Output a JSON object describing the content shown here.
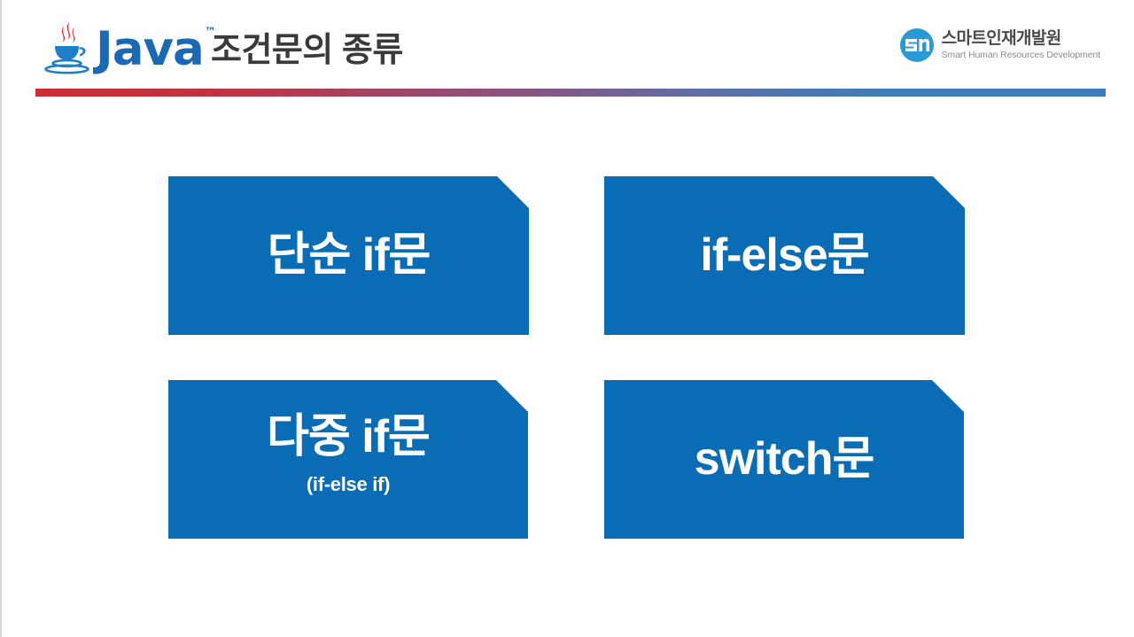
{
  "header": {
    "java_logo": {
      "wordmark": "Java",
      "trademark": "™",
      "icon": "java-coffee-cup-icon"
    },
    "title": "조건문의 종류",
    "brand": {
      "icon": "sn-circle-logo-icon",
      "name_ko": "스마트인재개발원",
      "name_en": "Smart Human Resources Development"
    },
    "divider": {
      "color_start": "#cc2c32",
      "color_mid": "#8a5380",
      "color_end": "#3d7cb8"
    }
  },
  "main": {
    "card_color": "#0a6cb4",
    "card_text_color": "#ffffff",
    "cards": [
      {
        "label": "단순 if문",
        "sub": ""
      },
      {
        "label": "if-else문",
        "sub": ""
      },
      {
        "label": "다중 if문",
        "sub": "(if-else if)"
      },
      {
        "label": "switch문",
        "sub": ""
      }
    ]
  }
}
